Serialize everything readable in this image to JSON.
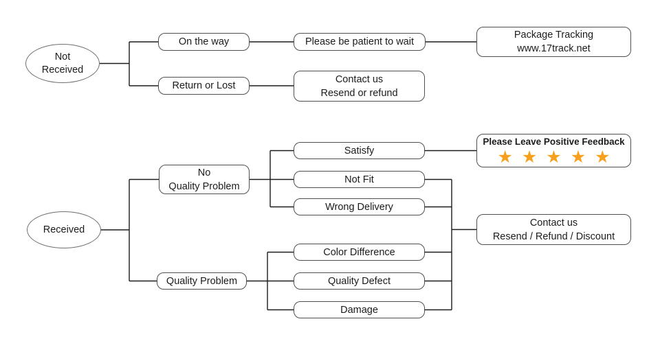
{
  "palette": {
    "star_color": "#F7A01B",
    "line_color": "#1b1b1b",
    "box_border_color": "#4f4f4f"
  },
  "not_received_flow": {
    "root_line1": "Not",
    "root_line2": "Received",
    "on_the_way": "On the way",
    "return_or_lost": "Return or Lost",
    "be_patient": "Please be patient to wait",
    "tracking_line1": "Package Tracking",
    "tracking_line2": "www.17track.net",
    "contact_line1": "Contact us",
    "contact_line2": "Resend or refund"
  },
  "received_flow": {
    "root": "Received",
    "no_quality_line1": "No",
    "no_quality_line2": "Quality Problem",
    "quality_problem": "Quality Problem",
    "satisfy": "Satisfy",
    "not_fit": "Not Fit",
    "wrong_delivery": "Wrong Delivery",
    "feedback_label": "Please Leave Positive Feedback",
    "feedback_stars": "★★★★★",
    "feedback_star_count": 5,
    "contact_line1": "Contact us",
    "contact_line2": "Resend / Refund / Discount",
    "color_difference": "Color Difference",
    "quality_defect": "Quality Defect",
    "damage": "Damage"
  }
}
